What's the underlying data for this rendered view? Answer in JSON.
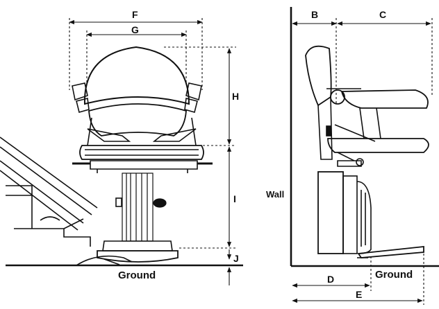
{
  "labels": {
    "F": "F",
    "G": "G",
    "H": "H",
    "I": "I",
    "J": "J",
    "B": "B",
    "C": "C",
    "D": "D",
    "E": "E",
    "wall": "Wall",
    "ground_front": "Ground",
    "ground_side": "Ground"
  },
  "colors": {
    "ink": "#111111",
    "paper": "#ffffff"
  }
}
